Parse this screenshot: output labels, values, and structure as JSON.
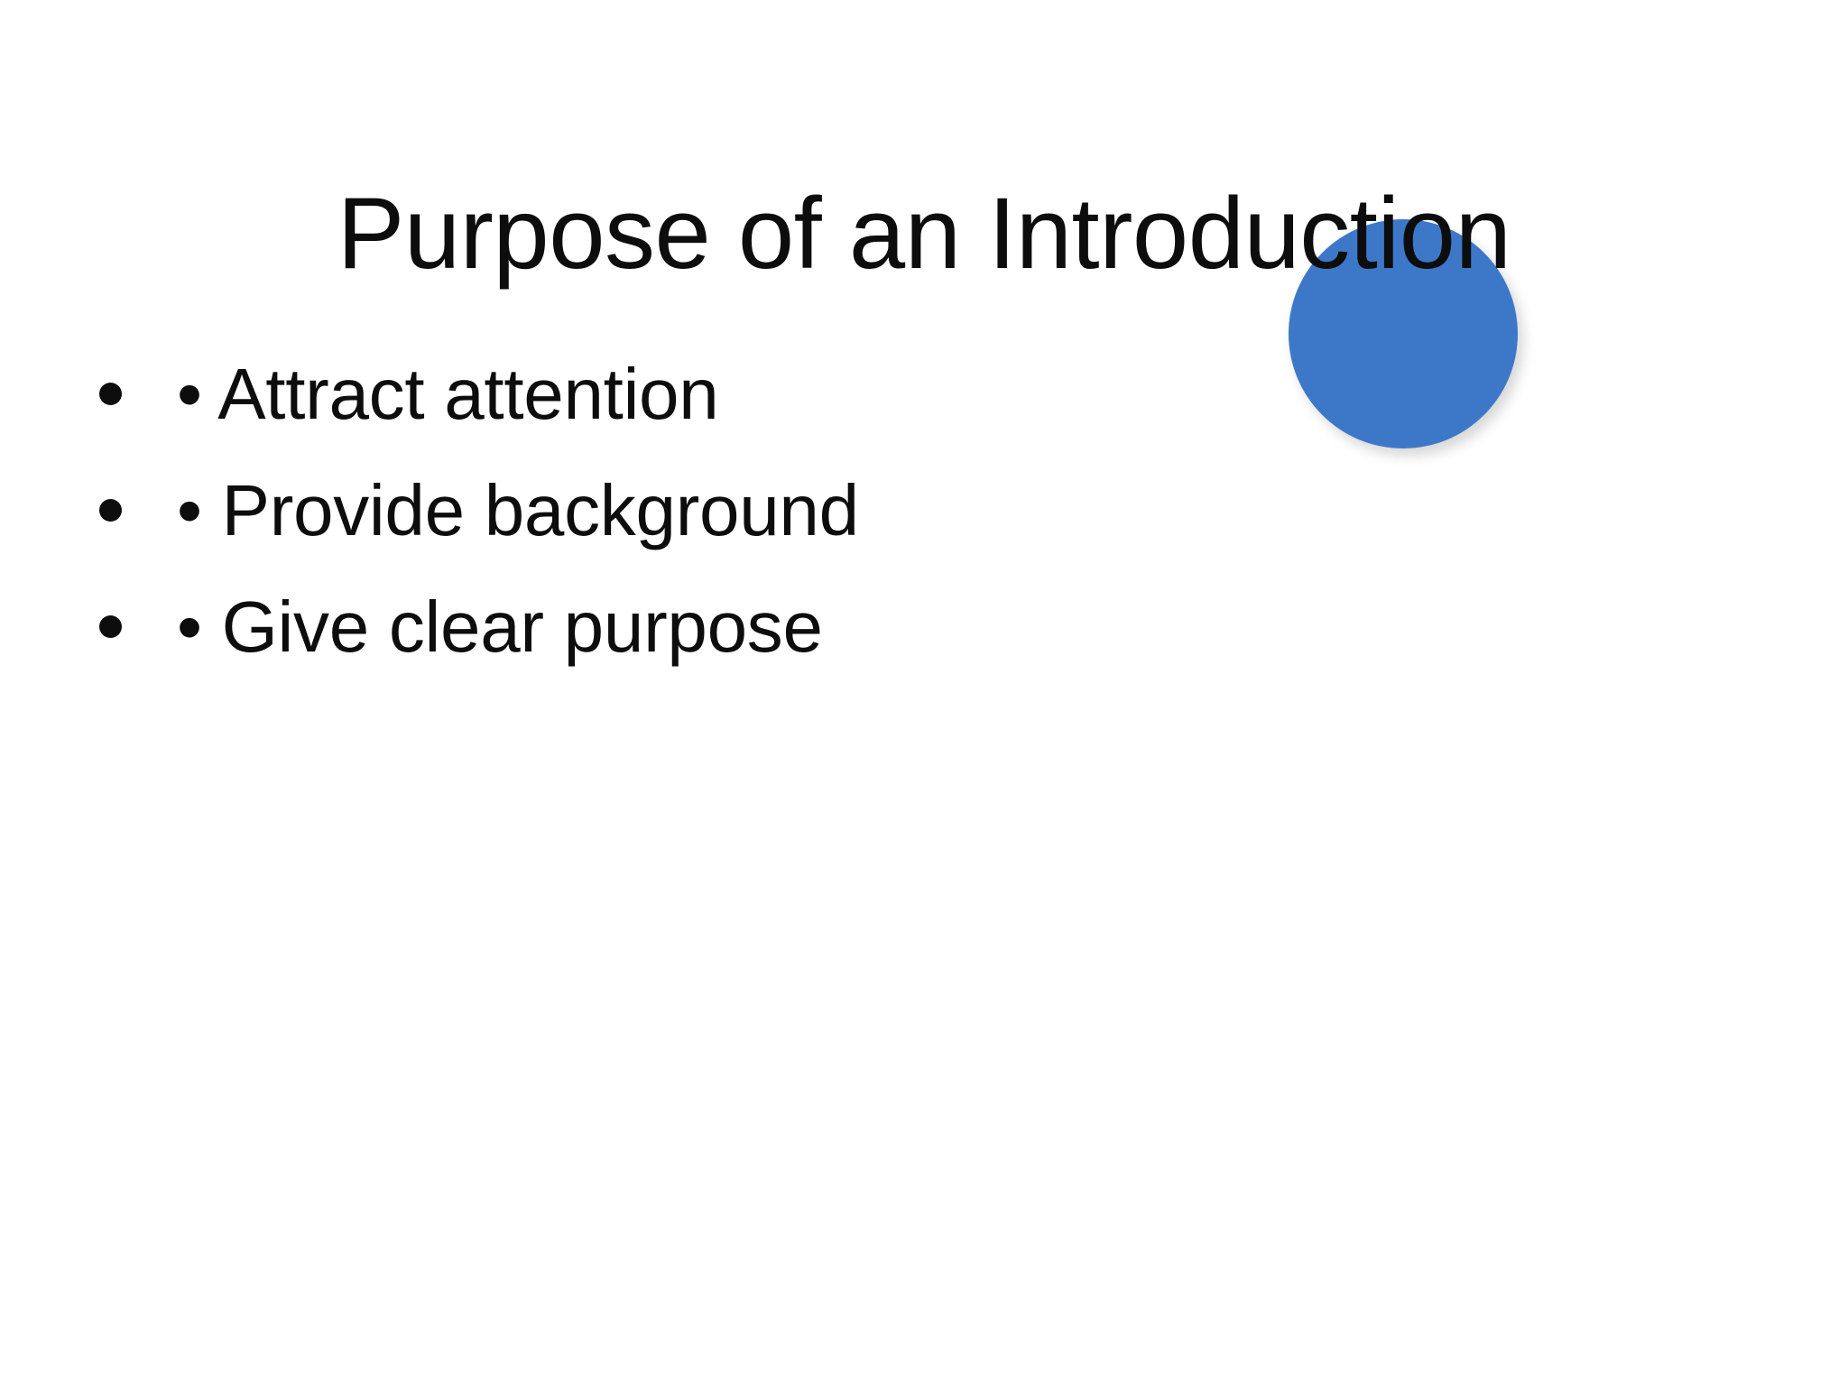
{
  "slide": {
    "background_color": "#ffffff",
    "title": "Purpose of an Introduction",
    "text_color": "#0d0d0d",
    "accent_color": "#3d78c8",
    "shapes": [
      {
        "name": "blue-circle",
        "type": "ellipse",
        "fill": "#3d78c8"
      }
    ],
    "body": {
      "bullets": [
        {
          "marker": "bullet-dot",
          "text": "• Attract attention"
        },
        {
          "marker": "bullet-dot",
          "text": "• Provide background"
        },
        {
          "marker": "bullet-dot",
          "text": "• Give clear purpose"
        }
      ]
    }
  }
}
